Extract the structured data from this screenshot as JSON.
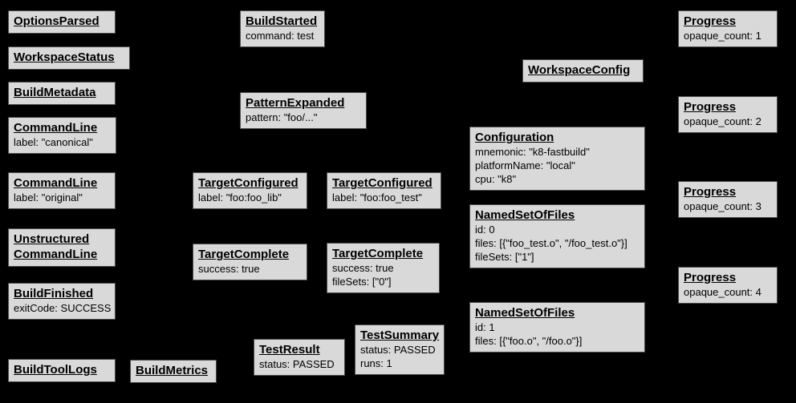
{
  "diagram": {
    "background": "#000000",
    "node_fill": "#d9d9d9",
    "node_border": "#4d4d4d",
    "text_color": "#000000"
  },
  "nodes": [
    {
      "title": "OptionsParsed",
      "lines": []
    },
    {
      "title": "WorkspaceStatus",
      "lines": []
    },
    {
      "title": "BuildMetadata",
      "lines": []
    },
    {
      "title": "CommandLine",
      "lines": [
        "label: \"canonical\""
      ]
    },
    {
      "title": "CommandLine",
      "lines": [
        "label: \"original\""
      ]
    },
    {
      "title": "Unstructured CommandLine",
      "lines": []
    },
    {
      "title": "BuildFinished",
      "lines": [
        "exitCode: SUCCESS"
      ]
    },
    {
      "title": "BuildToolLogs",
      "lines": []
    },
    {
      "title": "BuildMetrics",
      "lines": []
    },
    {
      "title": "BuildStarted",
      "lines": [
        "command: test"
      ]
    },
    {
      "title": "PatternExpanded",
      "lines": [
        "pattern: \"foo/...\""
      ]
    },
    {
      "title": "TargetConfigured",
      "lines": [
        "label: \"foo:foo_lib\""
      ]
    },
    {
      "title": "TargetConfigured",
      "lines": [
        "label: \"foo:foo_test\""
      ]
    },
    {
      "title": "TargetComplete",
      "lines": [
        "success: true"
      ]
    },
    {
      "title": "TargetComplete",
      "lines": [
        "success: true",
        "fileSets: [\"0\"]"
      ]
    },
    {
      "title": "TestResult",
      "lines": [
        "status: PASSED"
      ]
    },
    {
      "title": "TestSummary",
      "lines": [
        "status: PASSED",
        "runs: 1"
      ]
    },
    {
      "title": "WorkspaceConfig",
      "lines": []
    },
    {
      "title": "Configuration",
      "lines": [
        "mnemonic: \"k8-fastbuild\"",
        "platformName: \"local\"",
        "cpu: \"k8\""
      ]
    },
    {
      "title": "NamedSetOfFiles",
      "lines": [
        "id: 0",
        "files: [{\"foo_test.o\", \"/foo_test.o\"}]",
        "fileSets: [\"1\"]"
      ]
    },
    {
      "title": "NamedSetOfFiles",
      "lines": [
        "id: 1",
        "files: [{\"foo.o\", \"/foo.o\"}]"
      ]
    },
    {
      "title": "Progress",
      "lines": [
        "opaque_count: 1"
      ]
    },
    {
      "title": "Progress",
      "lines": [
        "opaque_count: 2"
      ]
    },
    {
      "title": "Progress",
      "lines": [
        "opaque_count: 3"
      ]
    },
    {
      "title": "Progress",
      "lines": [
        "opaque_count: 4"
      ]
    }
  ]
}
